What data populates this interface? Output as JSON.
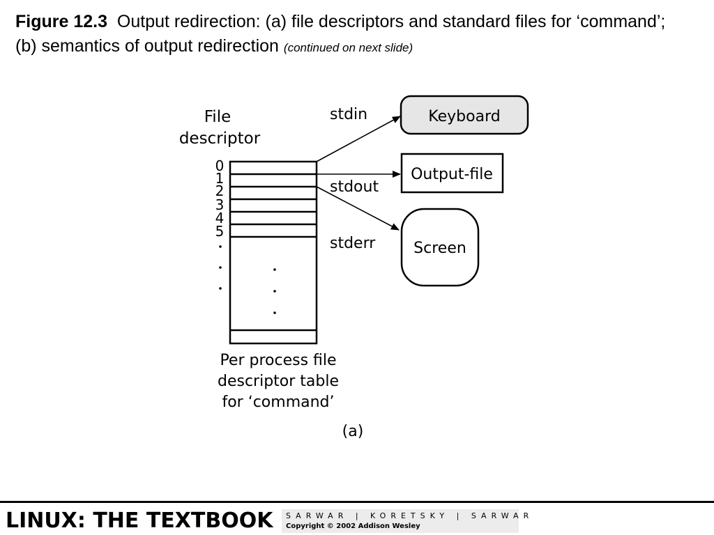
{
  "caption": {
    "figure_number": "Figure 12.3",
    "text": "Output redirection: (a) file descriptors and standard files for ‘command’; (b) semantics of output redirection",
    "continuation": "(continued on next slide)"
  },
  "diagram": {
    "fd_header_line1": "File",
    "fd_header_line2": "descriptor",
    "fd_numbers": [
      "0",
      "1",
      "2",
      "3",
      "4",
      "5"
    ],
    "streams": {
      "stdin": "stdin",
      "stdout": "stdout",
      "stderr": "stderr"
    },
    "targets": {
      "keyboard": "Keyboard",
      "output_file": "Output-file",
      "screen": "Screen"
    },
    "table_caption_line1": "Per process file",
    "table_caption_line2": "descriptor table",
    "table_caption_line3": "for ‘command’",
    "panel_label": "(a)",
    "keyboard_fill": "#e6e6e6"
  },
  "footer": {
    "book_title": "LINUX: THE TEXTBOOK",
    "authors": "SARWAR | KORETSKY | SARWAR",
    "copyright": "Copyright © 2002 Addison Wesley"
  }
}
